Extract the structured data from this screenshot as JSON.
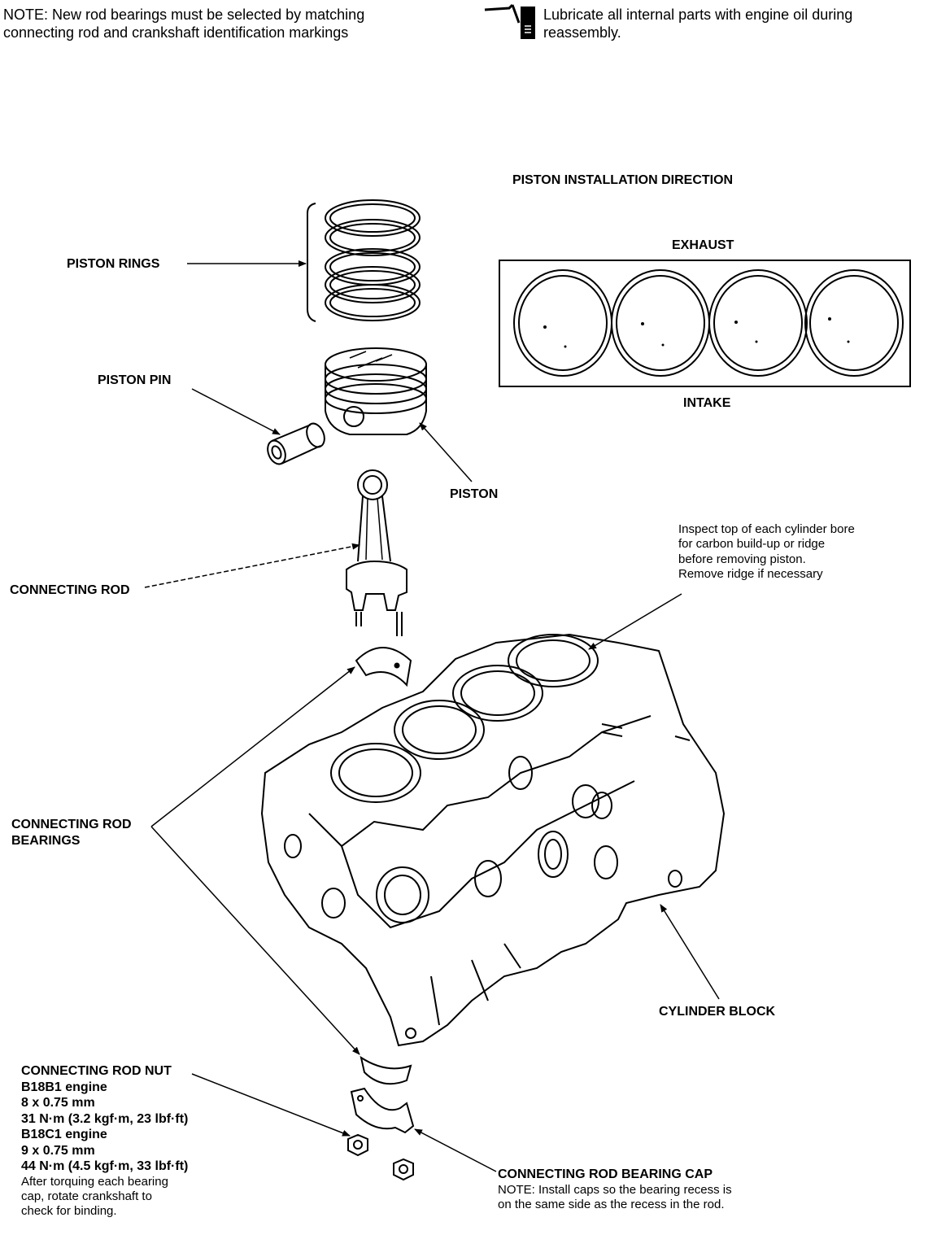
{
  "notes": {
    "bearing_note": [
      "NOTE: New rod bearings must be selected by matching",
      "connecting rod and crankshaft identification markings"
    ],
    "lubricate_note": [
      "Lubricate all internal parts with engine oil during",
      "reassembly."
    ]
  },
  "piston_direction": {
    "title": "PISTON INSTALLATION DIRECTION",
    "top_label": "EXHAUST",
    "bottom_label": "INTAKE"
  },
  "labels": {
    "piston_rings": "PISTON RINGS",
    "piston_pin": "PISTON PIN",
    "piston": "PISTON",
    "connecting_rod": "CONNECTING ROD",
    "connecting_rod_bearings": [
      "CONNECTING ROD",
      "BEARINGS"
    ],
    "cylinder_block": "CYLINDER BLOCK"
  },
  "inspect_note": [
    "Inspect top of each cylinder bore",
    "for carbon build-up or ridge",
    "before removing piston.",
    "Remove ridge if necessary"
  ],
  "rod_nut": {
    "title": "CONNECTING ROD NUT",
    "specs_bold": [
      "B18B1 engine",
      "8 x 0.75 mm",
      "31 N·m (3.2 kgf·m, 23 lbf·ft)",
      "B18C1 engine",
      "9 x 0.75 mm",
      "44 N·m (4.5 kgf·m, 33 lbf·ft)"
    ],
    "instructions": [
      "After torquing each bearing",
      "cap, rotate crankshaft to",
      "check for binding."
    ]
  },
  "bearing_cap": {
    "title": "CONNECTING ROD BEARING CAP",
    "note": [
      "NOTE: Install caps so the bearing recess is",
      "on the same side as the recess in the rod."
    ]
  }
}
